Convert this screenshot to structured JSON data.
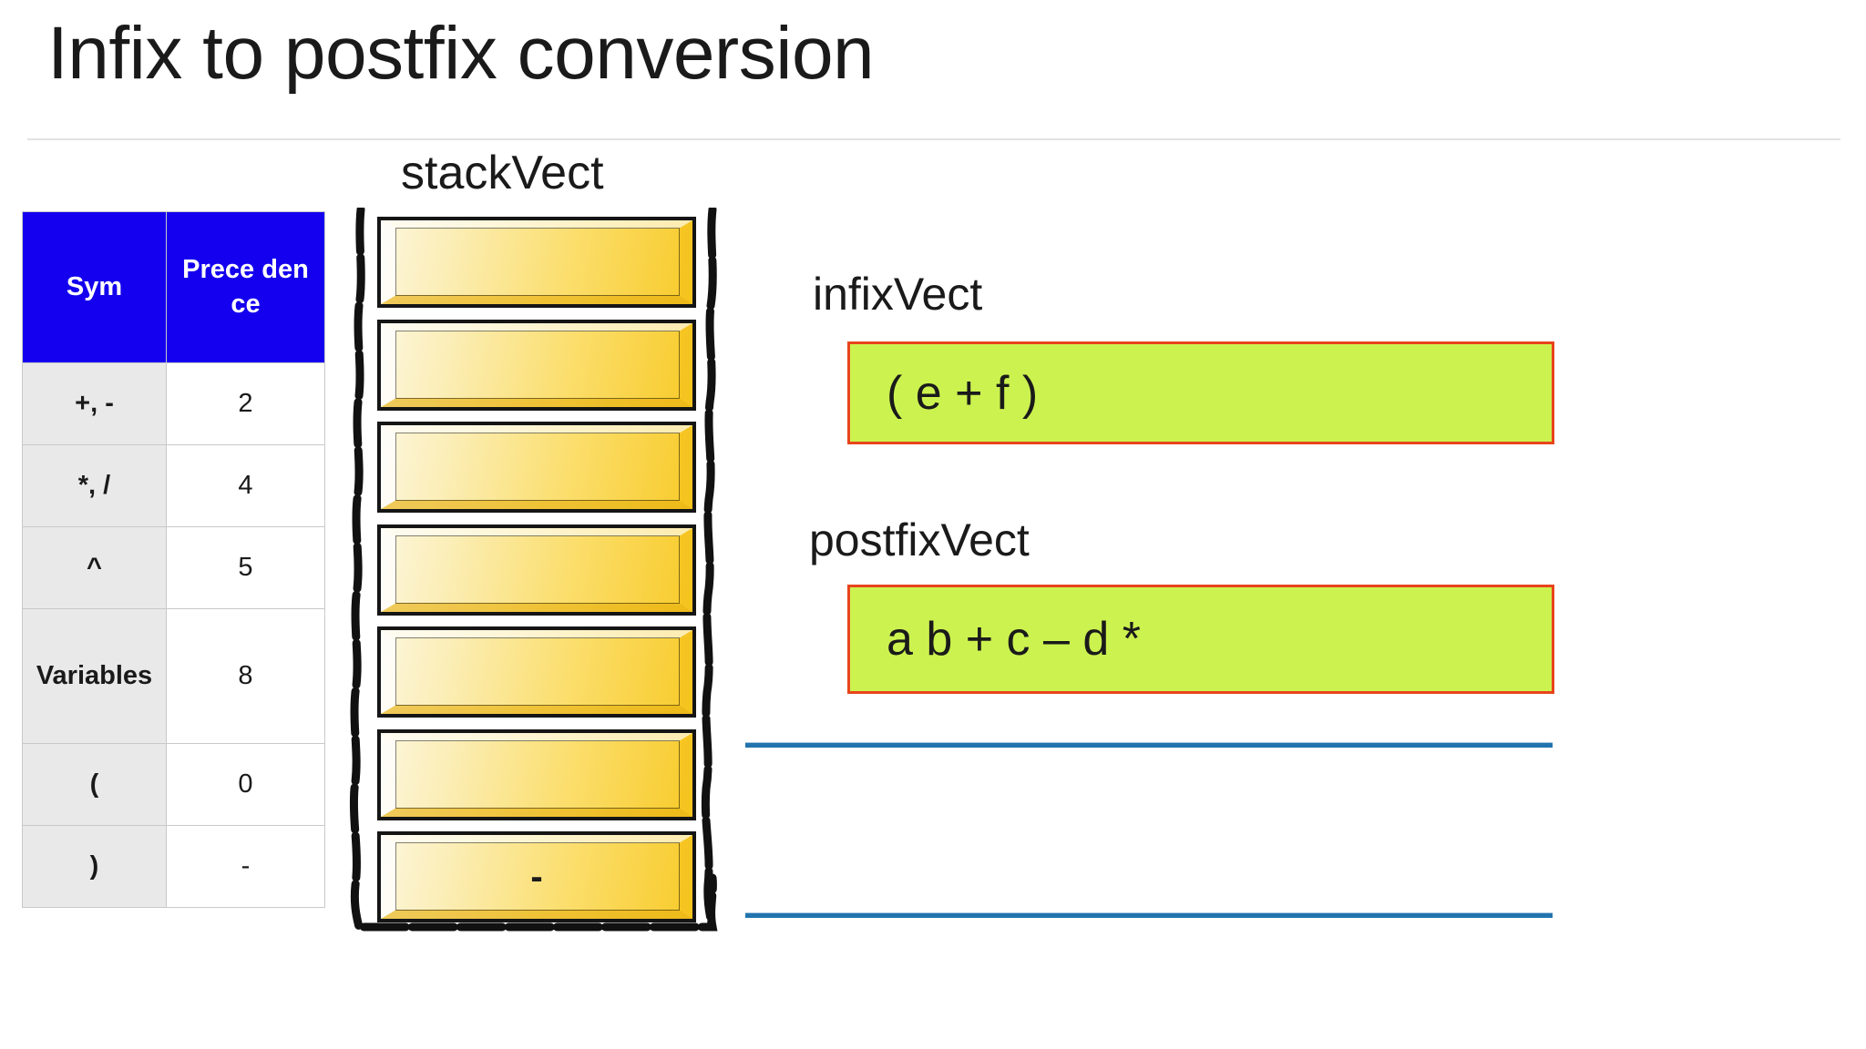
{
  "slide": {
    "title": "Infix to postfix conversion"
  },
  "precedence_table": {
    "headers": [
      "Sym",
      "Prece dence"
    ],
    "header_sym": "Sym",
    "header_precedence": "Prece dence",
    "rows": [
      {
        "symbol": "+, -",
        "precedence": "2"
      },
      {
        "symbol": "*, /",
        "precedence": "4"
      },
      {
        "symbol": "^",
        "precedence": "5"
      },
      {
        "symbol": "Variables",
        "precedence": "8"
      },
      {
        "symbol": "(",
        "precedence": "0"
      },
      {
        "symbol": ")",
        "precedence": "-"
      }
    ]
  },
  "stack": {
    "label": "stackVect",
    "slots": [
      "",
      "",
      "",
      "",
      "",
      "",
      "-"
    ]
  },
  "infix": {
    "label": "infixVect",
    "value": "( e + f )"
  },
  "postfix": {
    "label": "postfixVect",
    "value": "a b + c – d *"
  },
  "colors": {
    "table_header_bg": "#1400ee",
    "table_sym_bg": "#e9e9e9",
    "vector_box_bg": "#ccf24f",
    "vector_box_border": "#e8441c",
    "rule_blue": "#2174ae",
    "stack_slot_gold": "#f8cb2a"
  }
}
